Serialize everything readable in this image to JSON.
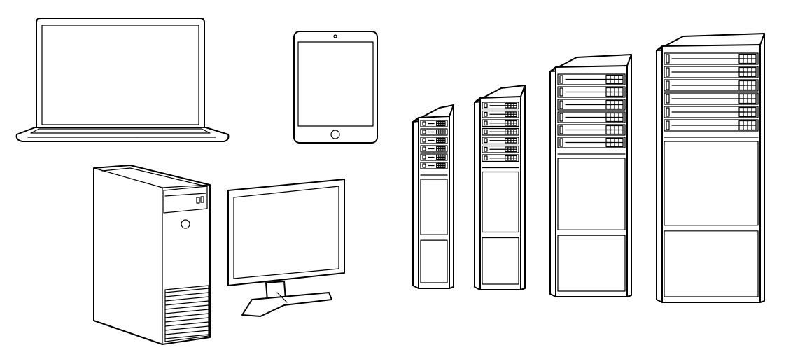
{
  "colors": {
    "stroke": "#000000",
    "fill": "#ffffff",
    "shade": "#e6e6e6"
  },
  "illustration": {
    "devices": [
      {
        "id": "laptop",
        "icon": "laptop-icon"
      },
      {
        "id": "tablet",
        "icon": "tablet-icon"
      },
      {
        "id": "desktop-tower",
        "icon": "desktop-tower-icon"
      },
      {
        "id": "monitor",
        "icon": "monitor-icon"
      },
      {
        "id": "server-rack-1",
        "icon": "server-rack-icon"
      },
      {
        "id": "server-rack-2",
        "icon": "server-rack-icon"
      },
      {
        "id": "server-rack-3",
        "icon": "server-rack-icon"
      },
      {
        "id": "server-rack-4",
        "icon": "server-rack-icon"
      }
    ],
    "racks": [
      {
        "units": 6
      },
      {
        "units": 7
      },
      {
        "units": 6
      },
      {
        "units": 6
      }
    ]
  }
}
